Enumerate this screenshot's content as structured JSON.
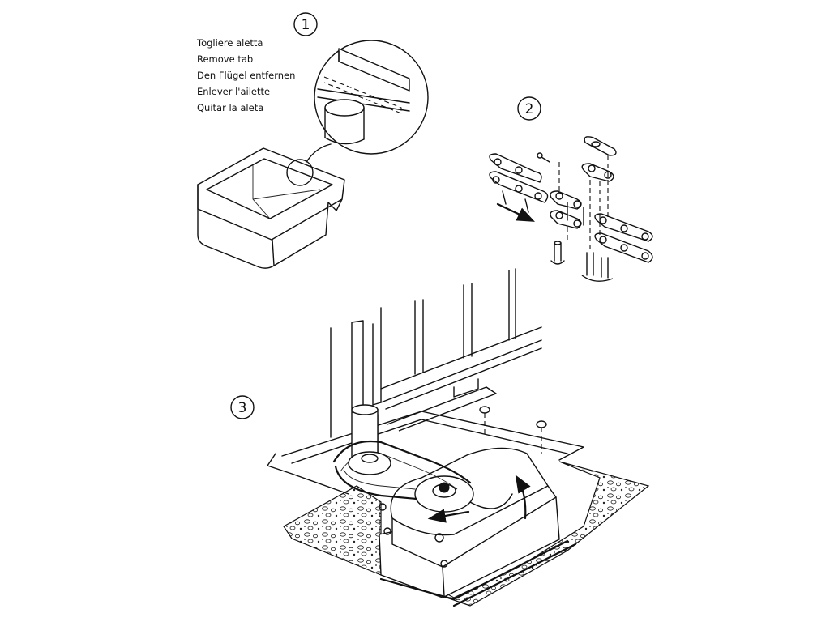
{
  "steps": [
    {
      "number": "1",
      "lines": [
        "Togliere aletta",
        "Remove tab",
        "Den Flügel entfernen",
        "Enlever l'ailette",
        "Quitar la aleta"
      ]
    },
    {
      "number": "2",
      "lines": []
    },
    {
      "number": "3",
      "lines": []
    }
  ]
}
